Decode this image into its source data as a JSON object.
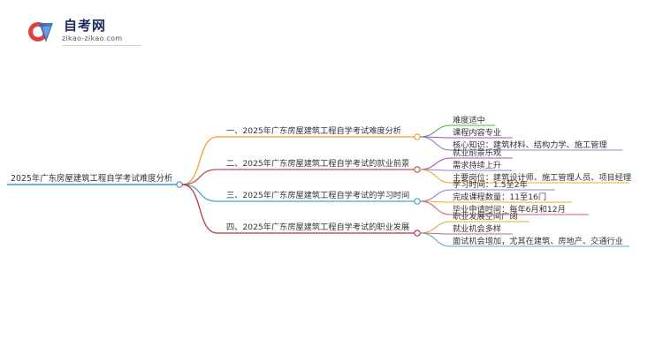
{
  "logo": {
    "title": "自考网",
    "url": "zikao-zikao.com"
  },
  "mindmap": {
    "root": "2025年广东房屋建筑工程自学考试难度分析",
    "colors": {
      "root_line": "#4a90c8",
      "branches": [
        "#f0a030",
        "#c05050",
        "#40a8c0",
        "#c03040"
      ],
      "leaves": [
        "#50b050",
        "#a050c0",
        "#9080d0",
        "#e0b030",
        "#d06080",
        "#50a8e0"
      ]
    },
    "branches": [
      {
        "label": "一、2025年广东房屋建筑工程自学考试难度分析",
        "children": [
          "难度适中",
          "课程内容专业",
          "核心知识：建筑材料、结构力学、施工管理"
        ]
      },
      {
        "label": "二、2025年广东房屋建筑工程自学考试的就业前景",
        "children": [
          "就业前景乐观",
          "需求持续上升",
          "主要岗位：建筑设计师、施工管理人员、项目经理"
        ]
      },
      {
        "label": "三、2025年广东房屋建筑工程自学考试的学习时间",
        "children": [
          "学习时间：1.5至2年",
          "完成课程数量：11至16门",
          "毕业申请时间：每年6月和12月"
        ]
      },
      {
        "label": "四、2025年广东房屋建筑工程自学考试的职业发展",
        "children": [
          "职业发展空间广阔",
          "就业机会多样",
          "面试机会增加，尤其在建筑、房地产、交通行业"
        ]
      }
    ]
  }
}
